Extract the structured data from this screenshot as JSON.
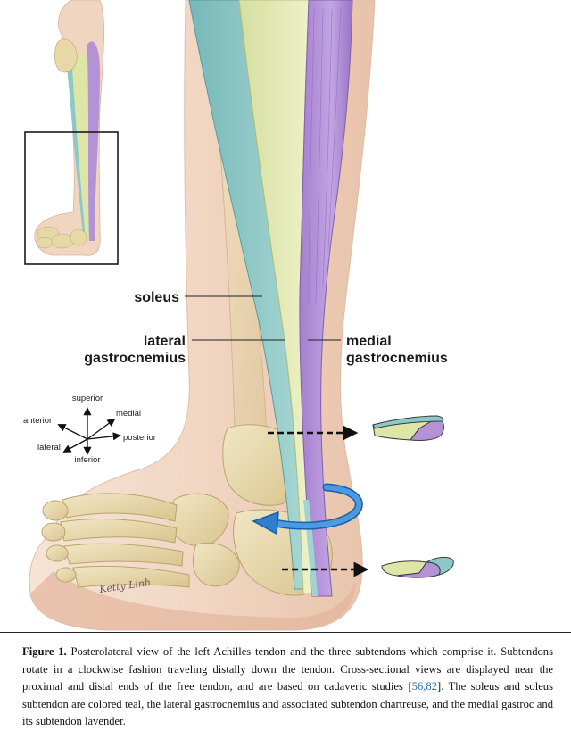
{
  "labels": {
    "soleus": "soleus",
    "lateral_line1": "lateral",
    "lateral_line2": "gastrocnemius",
    "medial_line1": "medial",
    "medial_line2": "gastrocnemius",
    "signature": "Ketty Linh"
  },
  "compass": {
    "superior": "superior",
    "inferior": "inferior",
    "medial": "medial",
    "lateral": "lateral",
    "anterior": "anterior",
    "posterior": "posterior"
  },
  "colors": {
    "soleus_teal": "#8cc8c8",
    "lateral_chartreuse": "#dde6a6",
    "medial_lavender": "#b392d6",
    "skin": "#f1d8c6",
    "bone": "#e7d8a8",
    "rotation_arrow": "#2f7fd0"
  },
  "caption": {
    "label": "Figure 1.",
    "text_1": " Posterolateral view of the left Achilles tendon and the three subtendons which comprise it. Subtendons rotate in a clockwise fashion traveling distally down the tendon. Cross-sectional views are displayed near the proximal and distal ends of the free tendon, and are based on cadaveric studies [",
    "refs": "56,82",
    "text_2": "]. The soleus and soleus subtendon are colored teal, the lateral gastrocnemius and associated subtendon chartreuse, and the medial gastroc and its subtendon lavender."
  }
}
